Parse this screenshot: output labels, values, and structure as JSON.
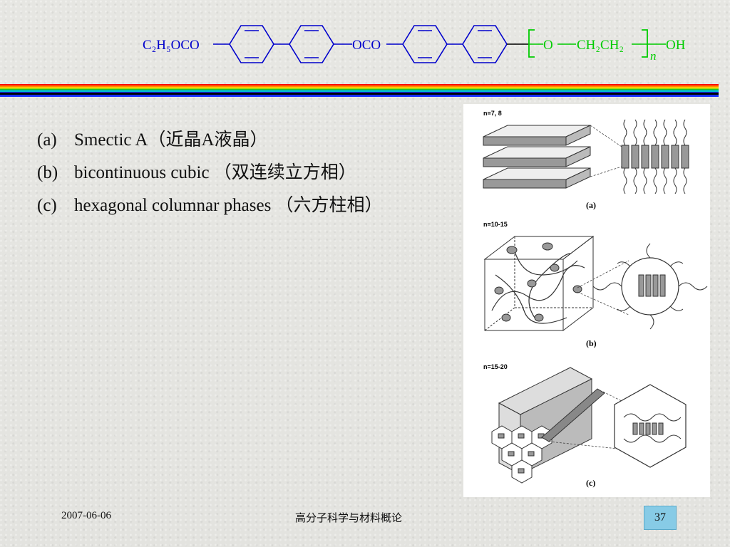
{
  "formula": {
    "left_group": "C₂H₅OCO",
    "middle_group": "OCO",
    "repeat_o": "O",
    "repeat_group": "CH₂CH₂",
    "repeat_n": "n",
    "end_group": "OH"
  },
  "colors": {
    "formula_blue": "#0000cc",
    "formula_green": "#00cc00",
    "page_box": "#87cbe6"
  },
  "bullets": [
    {
      "mark": "(a)",
      "text": "Smectic A（近晶A液晶）"
    },
    {
      "mark": "(b)",
      "text": "bicontinuous cubic （双连续立方相）"
    },
    {
      "mark": "(c)",
      "text": "hexagonal columnar phases （六方柱相）"
    }
  ],
  "figure": {
    "panel_a_label": "n=7, 8",
    "panel_a_caption": "(a)",
    "panel_b_label": "n=10-15",
    "panel_b_caption": "(b)",
    "panel_c_label": "n=15-20",
    "panel_c_caption": "(c)"
  },
  "footer": {
    "date": "2007-06-06",
    "title": "高分子科学与材料概论",
    "page": "37"
  }
}
